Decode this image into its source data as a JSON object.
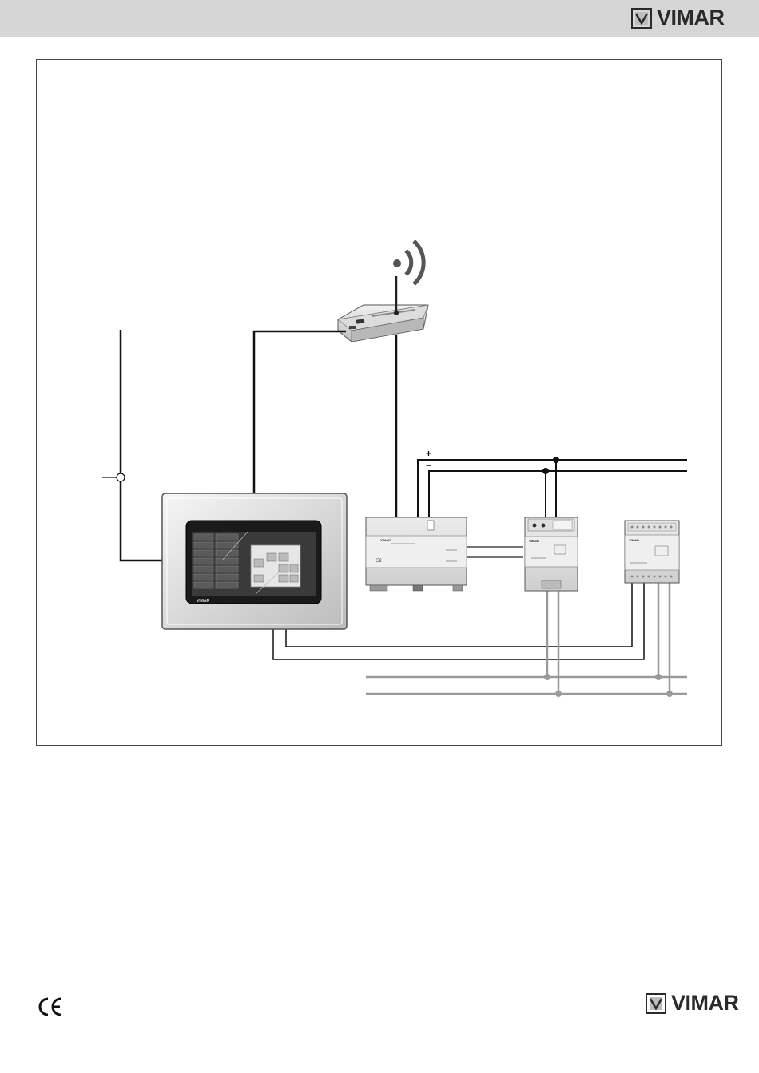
{
  "header": {
    "brand": "VIMAR",
    "background": "#d6d6d6"
  },
  "diagram": {
    "polarity": {
      "plus": "+",
      "minus": "−"
    },
    "touch_screen": {
      "brand": "VIMAR"
    },
    "gateway_module": {
      "brand": "VIMAR"
    },
    "power_supply_module": {
      "brand": "VIMAR"
    },
    "power_supply_module_2": {
      "brand": "VIMAR"
    }
  },
  "footer": {
    "ce": "CE",
    "brand": "VIMAR"
  },
  "colors": {
    "wire_dark": "#111111",
    "wire_grey": "#9a9a9a",
    "frame": "#444444"
  }
}
